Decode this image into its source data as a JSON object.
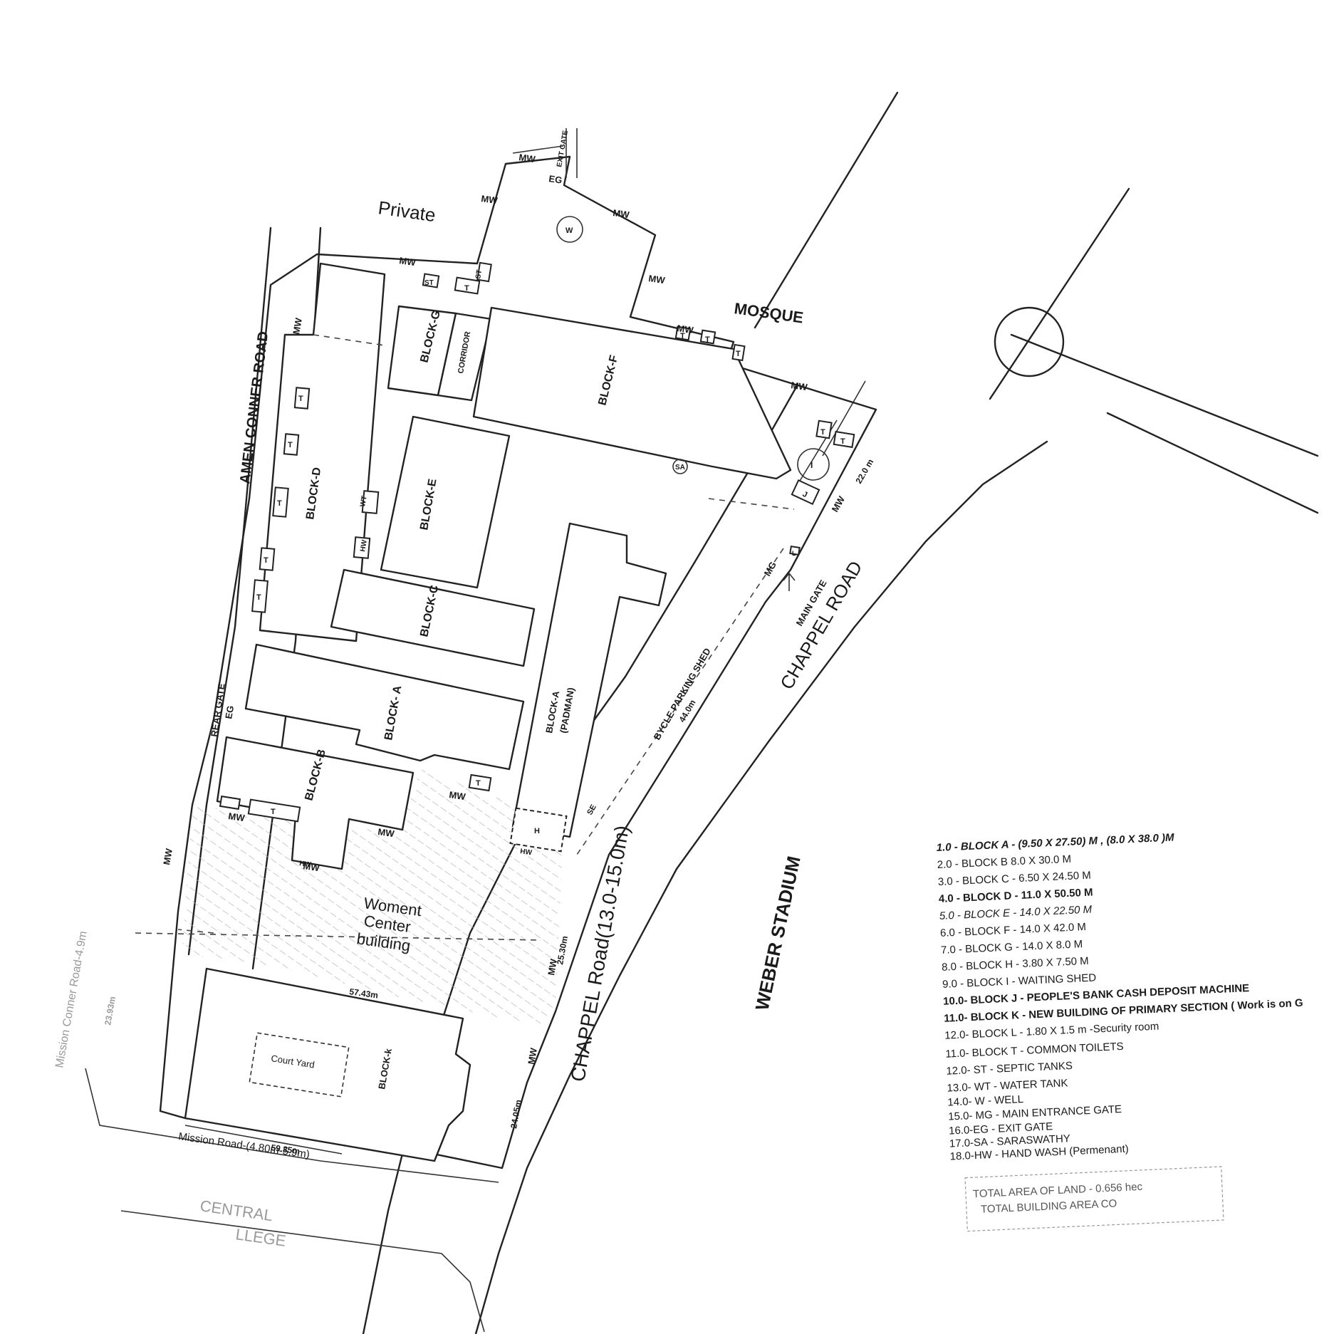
{
  "labels": {
    "private": "Private",
    "mosque": "MOSQUE",
    "amen_conner_road": "AMEN CONNER ROAD",
    "chappel_road_upper": "CHAPPEL ROAD",
    "chappel_road_lower": "CHAPPEL Road(13.0-15.0m)",
    "weber_stadium": "WEBER STADIUM",
    "mission_road": "Mission Road-(4.80m-5.9m)",
    "mission_conner_road": "Mission Conner Road-4.9m",
    "central": "CENTRAL",
    "central_2": "LLEGE",
    "rear_gate": "REAR GATE",
    "main_gate": "MAIN GATE",
    "bicycle_shed": "BYCLE PARKING SHED",
    "women_center_l1": "Woment",
    "women_center_l2": "Center",
    "women_center_l3": "building",
    "court_yard": "Court Yard",
    "corridor": "CORRIDOR",
    "exit_gate": "EXIT GATE"
  },
  "blocks": {
    "a": "BLOCK- A",
    "a_padman_1": "BLOCK-A",
    "a_padman_2": "(PADMAN)",
    "b": "BLOCK-B",
    "c": "BLOCK-C",
    "d": "BLOCK-D",
    "e": "BLOCK-E",
    "f": "BLOCK-F",
    "g": "BLOCK-G",
    "k": "BLOCK-k"
  },
  "marks": {
    "mw": "MW",
    "eg": "EG",
    "mg": "MG",
    "st": "ST",
    "t": "T",
    "w": "W",
    "i": "I",
    "j": "J",
    "sa": "SA",
    "wt": "WT",
    "hw": "HW",
    "h": "H",
    "l": "L",
    "se": "SE"
  },
  "dimensions": {
    "d22": "22.0 m",
    "d44": "44.0m",
    "d2530": "25.30m",
    "d5743": "57.43m",
    "d2405": "24.05m",
    "d5935": "59.35m",
    "d2393": "23.93m"
  },
  "legend": [
    "1.0  - BLOCK A - (9.50  X 27.50) M ,  (8.0 X 38.0 )M",
    "2.0  - BLOCK B   8.0 X 30.0 M",
    "3.0  - BLOCK C - 6.50 X 24.50 M",
    "4.0  - BLOCK D - 11.0 X 50.50 M",
    "5.0  - BLOCK E - 14.0 X 22.50 M",
    "6.0  - BLOCK F - 14.0 X 42.0 M",
    "7.0  - BLOCK G -  14.0 X 8.0 M",
    "8.0  - BLOCK H - 3.80 X 7.50 M",
    "9.0  - BLOCK I - WAITING SHED",
    "10.0- BLOCK J - PEOPLE'S BANK CASH DEPOSIT MACHINE",
    "11.0- BLOCK K - NEW BUILDING OF PRIMARY SECTION ( Work is on G",
    "12.0- BLOCK L - 1.80 X 1.5 m -Security room",
    "11.0- BLOCK T - COMMON TOILETS",
    "12.0- ST           - SEPTIC TANKS",
    "13.0- WT           -  WATER TANK",
    "14.0- W             -    WELL",
    "15.0- MG           -   MAIN ENTRANCE GATE",
    "16.0-EG            -    EXIT GATE",
    "17.0-SA            -    SARASWATHY",
    "18.0-HW           -  HAND WASH (Permenant)"
  ],
  "totals": [
    "TOTAL AREA OF LAND - 0.656 hec",
    "TOTAL  BUILDING AREA CO"
  ]
}
